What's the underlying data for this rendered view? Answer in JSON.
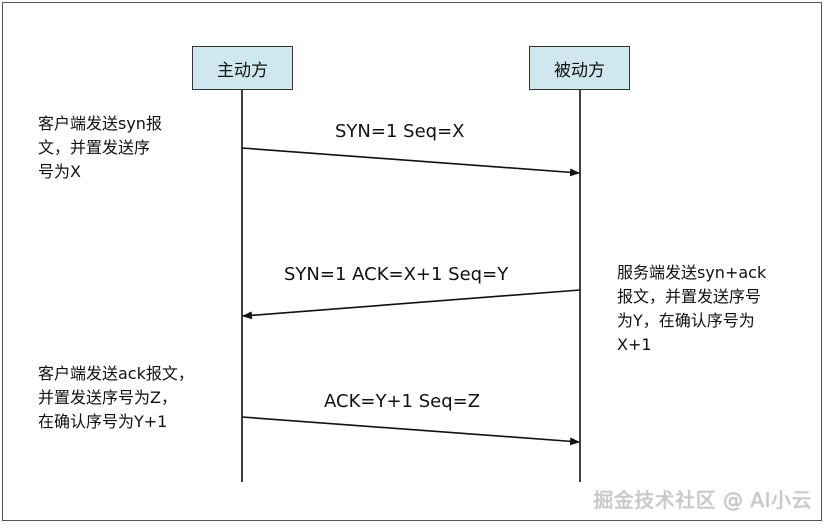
{
  "participants": {
    "active": "主动方",
    "passive": "被动方"
  },
  "messages": [
    {
      "label": "SYN=1  Seq=X",
      "from": "active",
      "to": "passive"
    },
    {
      "label": "SYN=1  ACK=X+1  Seq=Y",
      "from": "passive",
      "to": "active"
    },
    {
      "label": "ACK=Y+1  Seq=Z",
      "from": "active",
      "to": "passive"
    }
  ],
  "notes": {
    "client_syn": [
      "客户端发送syn报",
      "文，并置发送序",
      "号为X"
    ],
    "server_synack": [
      "服务端发送syn+ack",
      "报文，并置发送序号",
      "为Y，在确认序号为",
      "X+1"
    ],
    "client_ack": [
      "客户端发送ack报文，",
      "并置发送序号为Z，",
      "在确认序号为Y+1"
    ]
  },
  "watermark": "掘金技术社区 @ AI小云"
}
